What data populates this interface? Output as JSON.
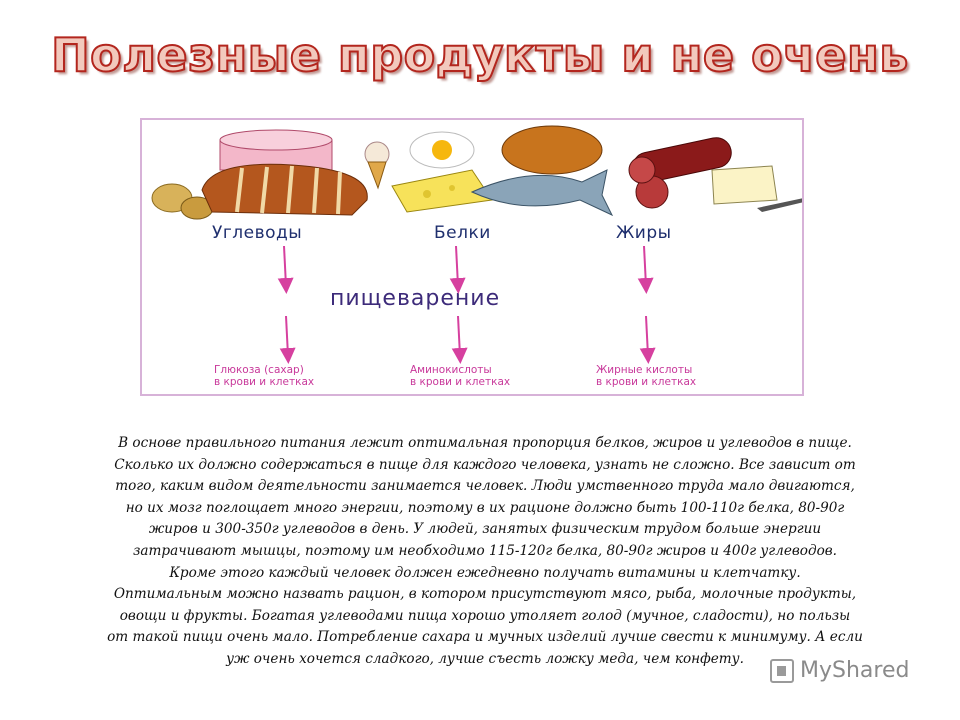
{
  "title": "Полезные продукты и не очень",
  "figure": {
    "columns": [
      {
        "heading": "Углеводы",
        "result_line1": "Глюкоза (сахар)",
        "result_line2": "в крови и клетках"
      },
      {
        "heading": "Белки",
        "result_line1": "Аминокислоты",
        "result_line2": "в крови и клетках"
      },
      {
        "heading": "Жиры",
        "result_line1": "Жирные кислоты",
        "result_line2": "в крови и клетках"
      }
    ],
    "middle_label": "пищеварение"
  },
  "body": {
    "lines": [
      "В основе правильного питания лежит оптимальная пропорция белков, жиров и углеводов в пище.",
      "Сколько их должно содержаться в пище для каждого человека, узнать не сложно. Все зависит от",
      "того, каким видом деятельности занимается человек. Люди умственного труда мало двигаются,",
      "но их мозг поглощает много энергии, поэтому в их рационе должно быть 100-110г белка, 80-90г",
      "жиров и 300-350г углеводов в день. У людей, занятых физическим трудом больше энергии",
      "затрачивают мышцы, поэтому им необходимо 115-120г белка, 80-90г жиров и 400г углеводов.",
      "Кроме этого каждый человек должен ежедневно получать витамины и клетчатку.",
      "Оптимальным можно назвать рацион, в котором присутствуют мясо, рыба, молочные продукты,",
      "овощи и фрукты. Богатая углеводами пища хорошо утоляет голод (мучное, сладости), но пользы",
      "от такой пищи очень мало. Потребление сахара и мучных изделий лучше свести к минимуму. А если",
      "уж очень хочется сладкого, лучше съесть ложку меда, чем конфету."
    ]
  },
  "watermark": "MyShared",
  "colors": {
    "title_fill": "#f2c9bd",
    "title_stroke": "#b3261e",
    "heading": "#1f2f6e",
    "digest": "#3d2b7a",
    "result": "#c8389a",
    "arrow": "#d6409f",
    "frame": "#d7b2d8"
  }
}
